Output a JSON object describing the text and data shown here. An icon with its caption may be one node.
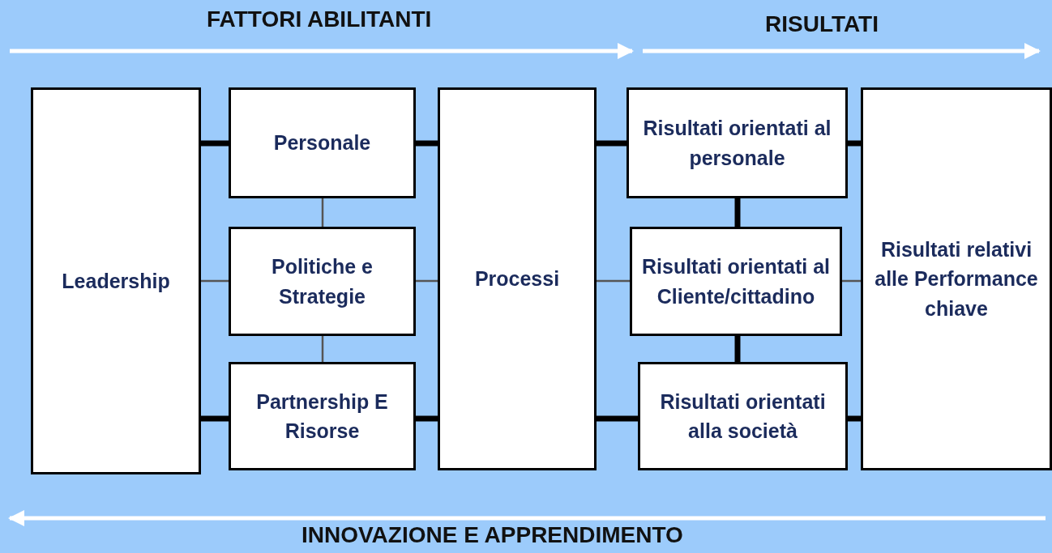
{
  "diagram": {
    "nodes": [
      {
        "text": [
          "Leadership"
        ]
      },
      {
        "text": [
          "Personale"
        ]
      },
      {
        "text": [
          "Politiche e Strategie"
        ]
      },
      {
        "text": [
          "Partnership E Risorse"
        ]
      },
      {
        "text": [
          "Processi"
        ]
      },
      {
        "text": [
          "Risultati orientati al personale"
        ]
      },
      {
        "text": [
          "Risultati orientati al Cliente/cittadino"
        ]
      },
      {
        "text": [
          "Risultati orientati alla società"
        ]
      },
      {
        "text": [
          "Risultati relativi alle Performance chiave"
        ]
      }
    ],
    "edges": [
      {
        "from": 0,
        "to": 1,
        "arrow": "none"
      },
      {
        "from": 0,
        "to": 2,
        "arrow": "none",
        "color": "#555555"
      },
      {
        "from": 0,
        "to": 3,
        "arrow": "none"
      },
      {
        "from": 1,
        "to": 2,
        "arrow": "none",
        "color": "#555555"
      },
      {
        "from": 2,
        "to": 3,
        "arrow": "none",
        "color": "#555555"
      },
      {
        "from": 1,
        "to": 4,
        "arrow": "none"
      },
      {
        "from": 2,
        "to": 4,
        "arrow": "none",
        "color": "#555555"
      },
      {
        "from": 3,
        "to": 4,
        "arrow": "none"
      },
      {
        "from": 4,
        "to": 5,
        "arrow": "none"
      },
      {
        "from": 4,
        "to": 6,
        "arrow": "none",
        "color": "#555555"
      },
      {
        "from": 4,
        "to": 7,
        "arrow": "none"
      },
      {
        "from": 5,
        "to": 6,
        "arrow": "none"
      },
      {
        "from": 6,
        "to": 7,
        "arrow": "none"
      },
      {
        "from": 5,
        "to": 8,
        "arrow": "none"
      },
      {
        "from": 6,
        "to": 8,
        "arrow": "none",
        "color": "#555555"
      },
      {
        "from": 7,
        "to": 8,
        "arrow": "none"
      }
    ],
    "labels": [
      "FATTORI ABILITANTI",
      "RISULTATI",
      "INNOVAZIONE E APPRENDIMENTO"
    ]
  }
}
